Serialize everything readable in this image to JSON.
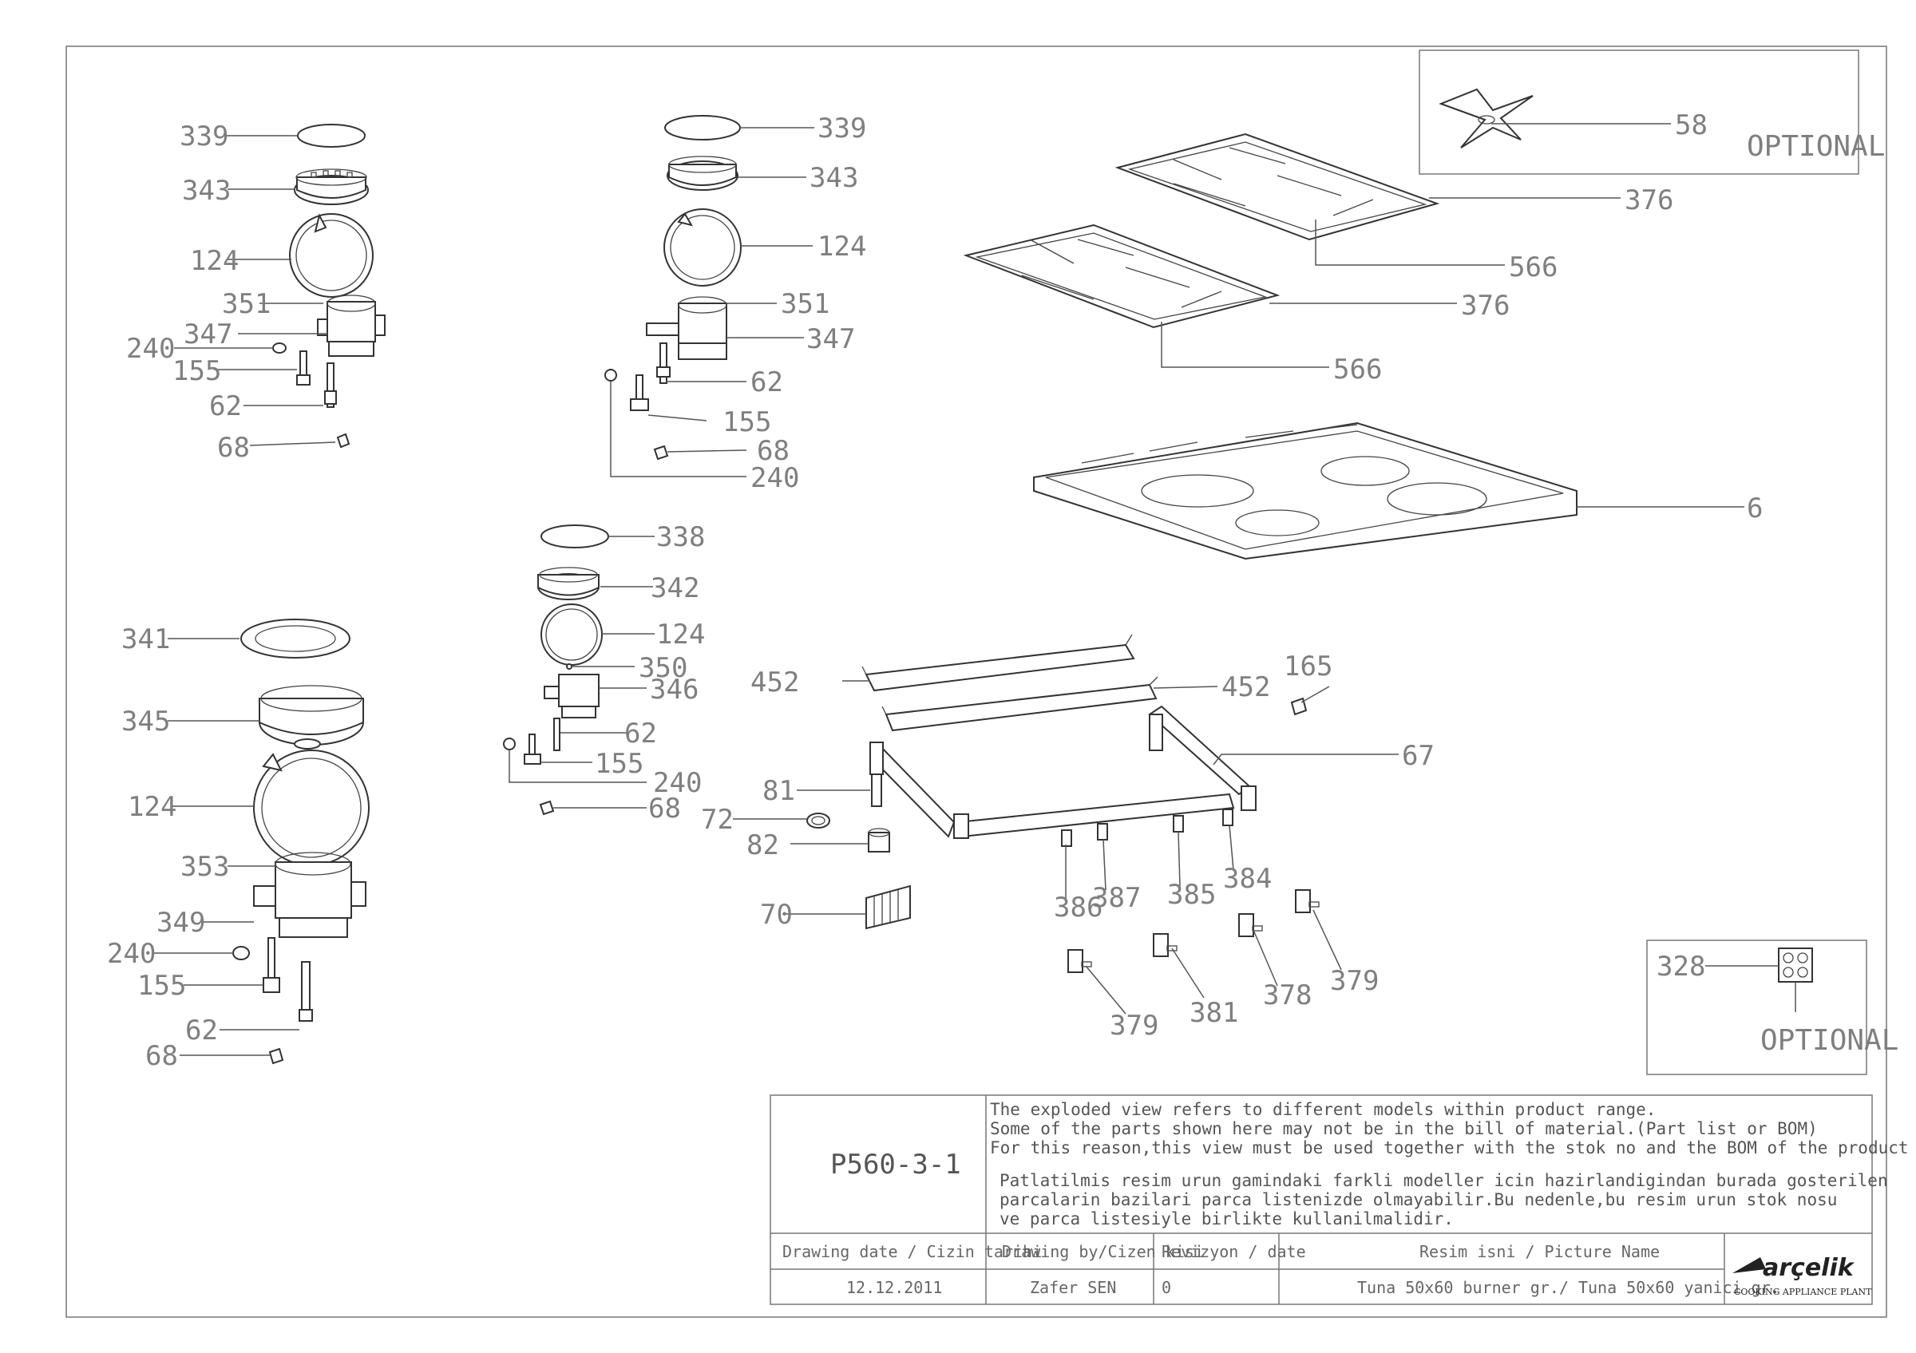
{
  "labels": {
    "g1": [
      "339",
      "343",
      "124",
      "351",
      "347",
      "240",
      "155",
      "62",
      "68"
    ],
    "g2": [
      "339",
      "343",
      "124",
      "351",
      "347",
      "62",
      "155",
      "68",
      "240"
    ],
    "g3": [
      "338",
      "342",
      "124",
      "350",
      "346",
      "62",
      "155",
      "240",
      "68"
    ],
    "g4": [
      "341",
      "345",
      "124",
      "353",
      "349",
      "240",
      "155",
      "62",
      "68"
    ],
    "grates": [
      "58",
      "376",
      "566",
      "376",
      "566"
    ],
    "hob": [
      "6"
    ],
    "pipe": [
      "452",
      "452",
      "165",
      "67",
      "81",
      "72",
      "82",
      "70",
      "386",
      "387",
      "385",
      "384"
    ],
    "knobs": [
      "379",
      "381",
      "378",
      "379"
    ],
    "opt2": [
      "328"
    ]
  },
  "optional_text": "OPTIONAL",
  "title_block": {
    "code": "P560-3-1",
    "note_en": [
      "The exploded view refers to different models within product range.",
      "Some of the parts shown here may not be in the bill of material.(Part list or BOM)",
      "For this reason,this view must be used together with the stok no and the BOM of the product"
    ],
    "note_tr": [
      "Patlatilmis resim urun gamindaki farkli modeller icin hazirlandigindan burada gosterilen",
      "parcalarin bazilari parca listenizde olmayabilir.Bu nedenle,bu resim urun stok nosu",
      "ve parca listesiyle birlikte kullanilmalidir."
    ],
    "headers": [
      "Drawing date / Cizin tarihi",
      "Drawing by/Cizen kisi",
      "Revizyon / date",
      "Resim isni / Picture Name"
    ],
    "values": [
      "12.12.2011",
      "Zafer SEN",
      "0",
      "Tuna 50x60 burner gr./ Tuna 50x60 yanici gr."
    ],
    "brand": "arçelik",
    "brand_sub": "COOKING APPLIANCE PLANT"
  }
}
